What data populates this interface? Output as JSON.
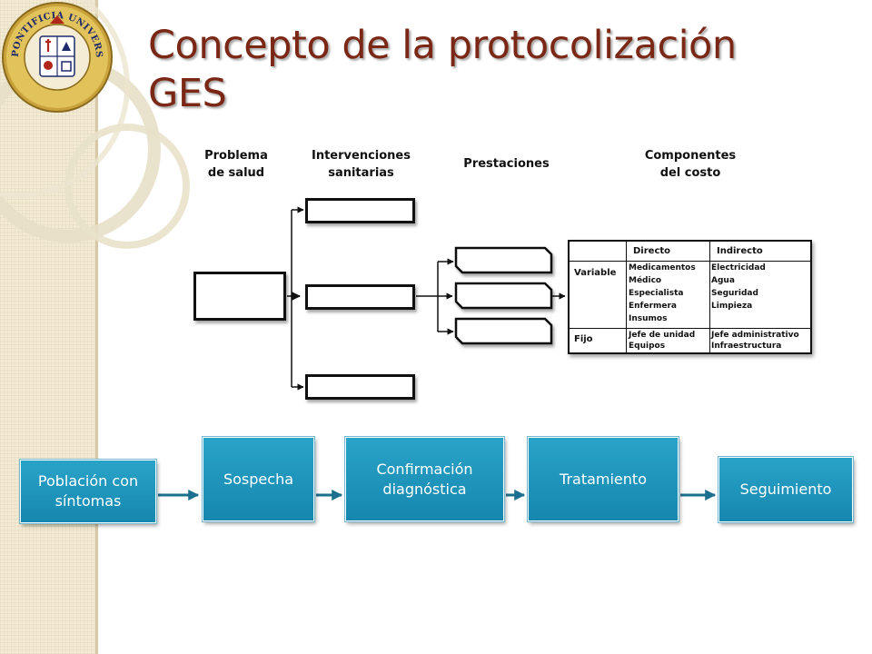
{
  "slide": {
    "title_lines": [
      "Concepto de la protocolización",
      "GES"
    ],
    "logo_text": "PONTIFICIA UNIVERSIDAD CATÓLICA DE CHILE",
    "colors": {
      "title": "#7b2715",
      "step_fill": "#1f96bf",
      "sidebar": "#f2ead3"
    }
  },
  "diagram": {
    "headers": {
      "problema": [
        "Problema",
        "de salud"
      ],
      "intervenciones": [
        "Intervenciones",
        "sanitarias"
      ],
      "prestaciones": [
        "Prestaciones"
      ],
      "componentes": [
        "Componentes",
        "del costo"
      ]
    },
    "cost_table": {
      "col_headers": [
        "Directo",
        "Indirecto"
      ],
      "rows": [
        {
          "label": "Variable",
          "directo": [
            "Medicamentos",
            "Médico",
            "Especialista",
            "Enfermera",
            "Insumos"
          ],
          "indirecto": [
            "Electricidad",
            "Agua",
            "Seguridad",
            "Limpieza"
          ]
        },
        {
          "label": "Fijo",
          "directo": [
            "Jefe de unidad",
            "Equipos"
          ],
          "indirecto": [
            "Jefe administrativo",
            "Infraestructura"
          ]
        }
      ]
    }
  },
  "flow": {
    "steps": [
      "Población con síntomas",
      "Sospecha",
      "Confirmación diagnóstica",
      "Tratamiento",
      "Seguimiento"
    ]
  }
}
